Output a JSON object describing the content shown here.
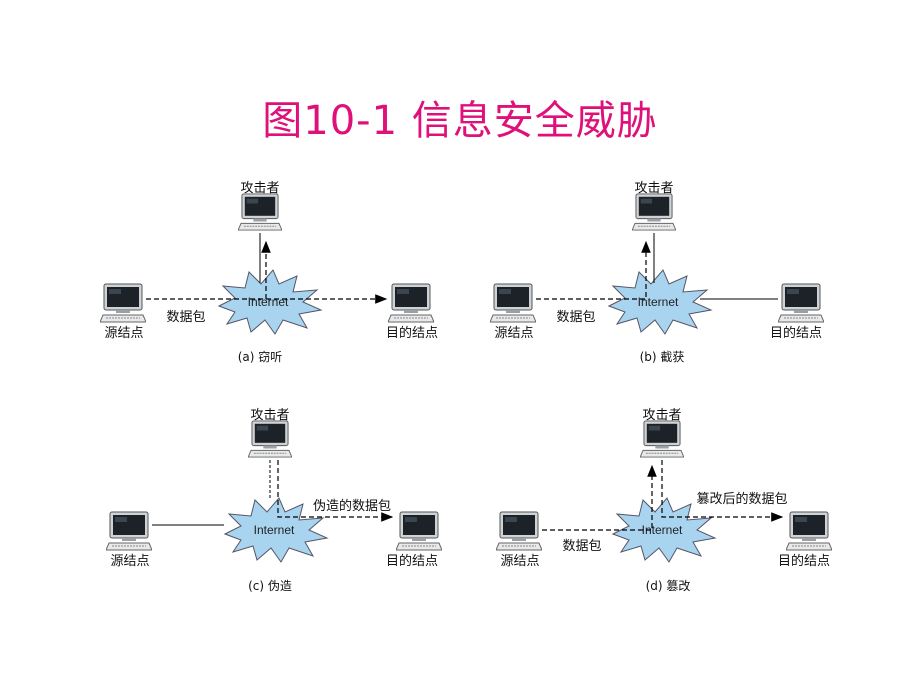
{
  "title": "图10-1  信息安全威胁",
  "colors": {
    "title": "#e0107a",
    "cloud": "#a9d4f0",
    "line": "#000000"
  },
  "node_labels": {
    "attacker": "攻击者",
    "source": "源结点",
    "destination": "目的结点",
    "internet": "Internet"
  },
  "panels": [
    {
      "id": "a",
      "caption": "(a) 窃听",
      "edge_label": "数据包"
    },
    {
      "id": "b",
      "caption": "(b) 截获",
      "edge_label": "数据包"
    },
    {
      "id": "c",
      "caption": "(c) 伪造",
      "edge_label": "伪造的数据包"
    },
    {
      "id": "d",
      "caption": "(d) 篡改",
      "edge_label": "数据包",
      "edge_label_2": "篡改后的数据包"
    }
  ],
  "icons": [
    "computer-icon",
    "internet-cloud-icon",
    "arrow-icon"
  ]
}
